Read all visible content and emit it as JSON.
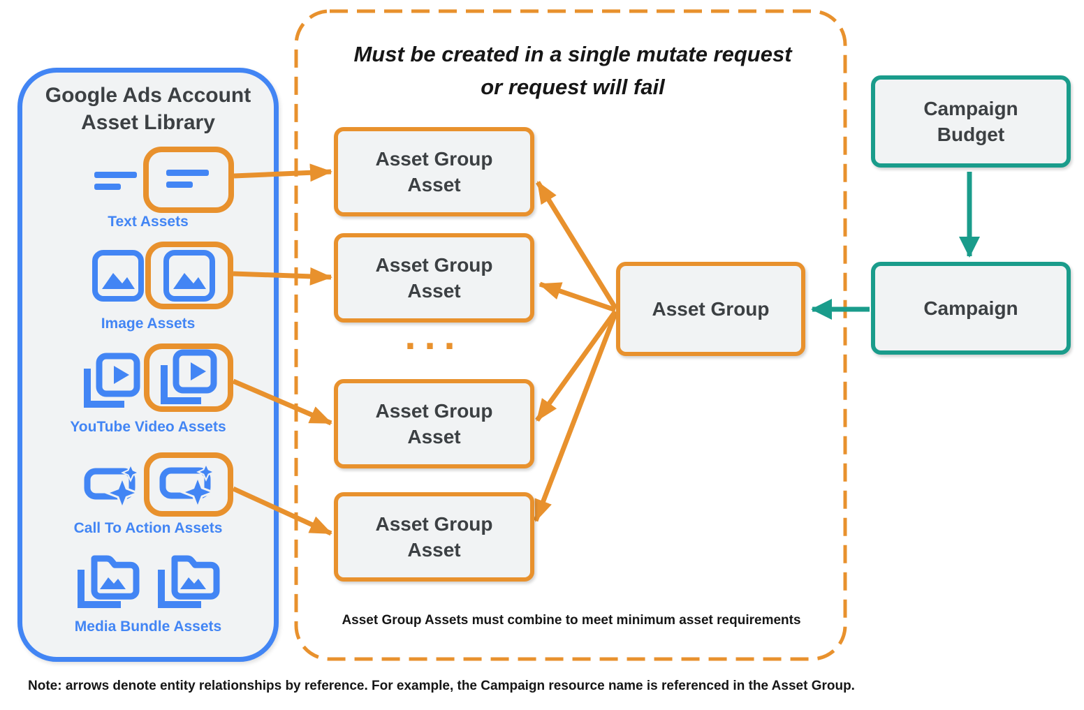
{
  "colors": {
    "blue": "#4285F4",
    "orange": "#E8912D",
    "teal": "#1A9C8B",
    "node_fill": "#F1F3F4",
    "text_dark": "#3C4043",
    "text_black": "#161616"
  },
  "left_panel": {
    "title": "Google Ads Account\nAsset Library",
    "items": [
      {
        "label": "Text Assets",
        "icon": "text-lines-icon"
      },
      {
        "label": "Image Assets",
        "icon": "image-icon"
      },
      {
        "label": "YouTube Video  Assets",
        "icon": "video-stack-icon"
      },
      {
        "label": "Call To Action Assets",
        "icon": "cta-sparkle-icon"
      },
      {
        "label": "Media Bundle  Assets",
        "icon": "media-bundle-folder-icon"
      }
    ]
  },
  "mutate_container": {
    "title": "Must be created in a single mutate request\nor request will fail",
    "asset_group_asset_boxes": [
      "Asset Group\nAsset",
      "Asset Group\nAsset",
      "Asset Group\nAsset",
      "Asset Group\nAsset"
    ],
    "ellipsis": "...",
    "footnote": "Asset Group Assets must combine to meet minimum asset requirements"
  },
  "asset_group_label": "Asset Group",
  "campaign_budget_label": "Campaign\nBudget",
  "campaign_label": "Campaign",
  "note": "Note: arrows denote entity relationships by reference. For example, the Campaign resource name is referenced in the Asset Group."
}
